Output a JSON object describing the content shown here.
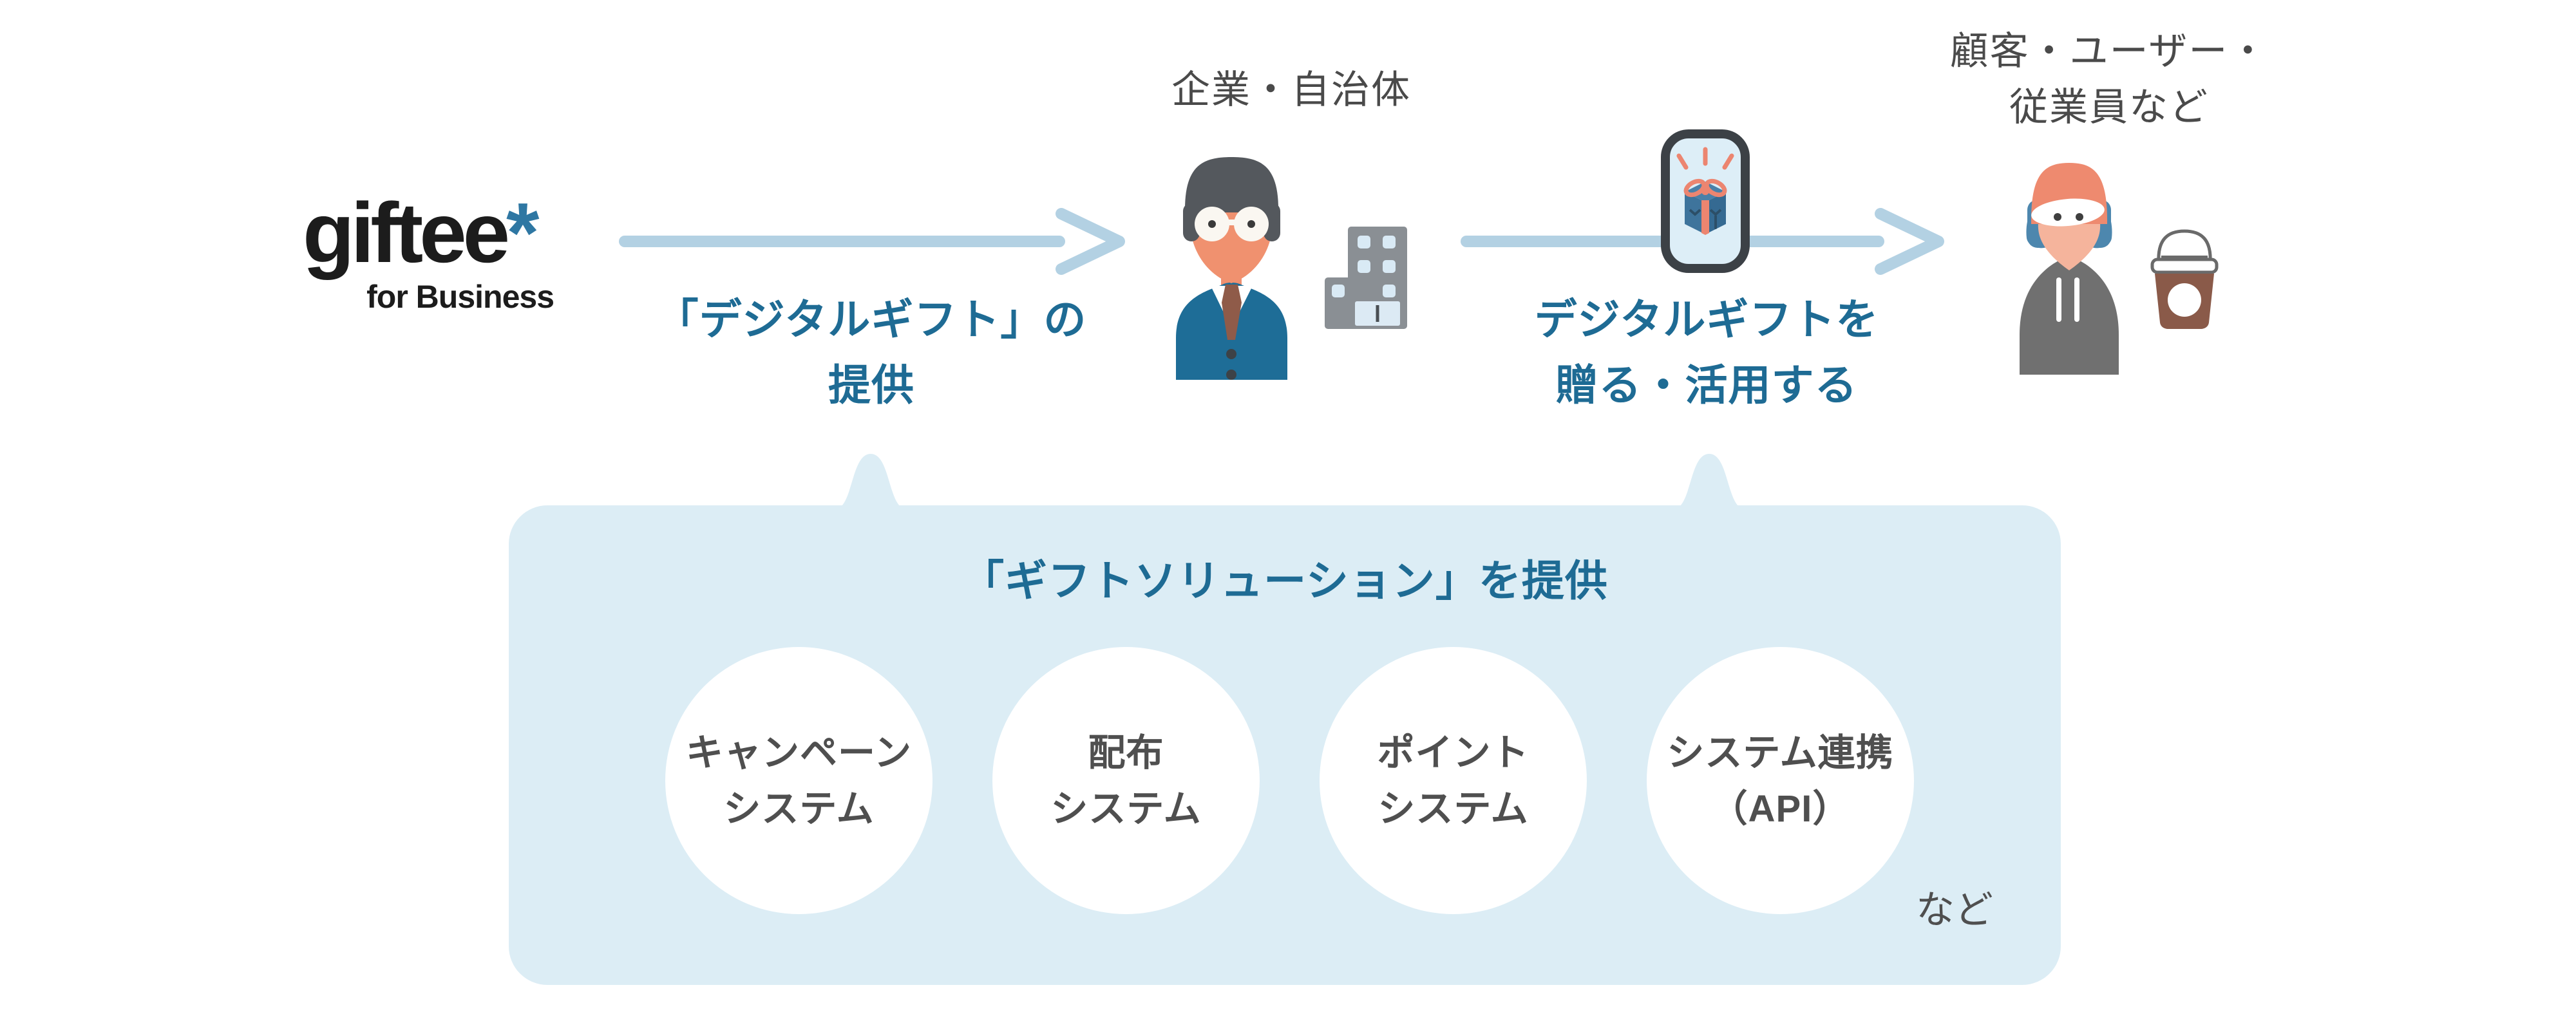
{
  "brand": {
    "name": "giftee",
    "asterisk": "*",
    "tagline": "for Business"
  },
  "flow": {
    "provide_label": {
      "line1": "「デジタルギフト」の",
      "line2": "提供"
    },
    "company_heading": "企業・自治体",
    "send_label": {
      "line1": "デジタルギフトを",
      "line2": "贈る・活用する"
    },
    "recipient_heading": {
      "line1": "顧客・ユーザー・",
      "line2": "従業員など"
    }
  },
  "solution": {
    "title": "「ギフトソリューション」を提供",
    "systems": [
      {
        "line1": "キャンペーン",
        "line2": "システム"
      },
      {
        "line1": "配布",
        "line2": "システム"
      },
      {
        "line1": "ポイント",
        "line2": "システム"
      },
      {
        "line1": "システム連携",
        "line2": "（API）"
      }
    ],
    "etc": "など"
  },
  "icons": {
    "arrow_right": "→",
    "business_person": "person-in-suit-with-glasses",
    "office_building": "gray-building-with-windows",
    "smartphone_gift": "phone-showing-gift-box",
    "casual_person": "person-with-cap-and-hoodie",
    "coffee_cup": "takeout-coffee-cup"
  },
  "colors": {
    "label_teal": "#1e6b94",
    "heading_gray": "#4a4a4a",
    "arrow_blue": "#b3d1e3",
    "panel_blue": "#dcedf5",
    "circle_text_gray": "#4f4f4f",
    "logo_black": "#1c1c1c",
    "logo_asterisk_blue": "#2e77a3",
    "suit_blue": "#1e6d97",
    "coral": "#ec8570",
    "background": "#ffffff"
  }
}
